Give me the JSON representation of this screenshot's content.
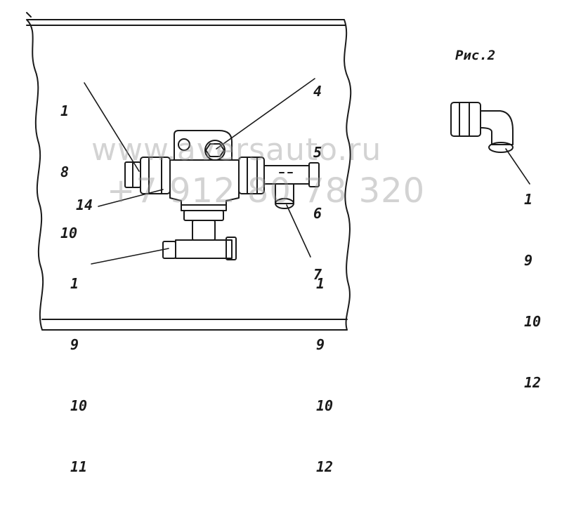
{
  "figure": {
    "title": "Рис.2"
  },
  "callouts": {
    "upper_left": [
      "1",
      "8",
      "10"
    ],
    "upper_middle": [
      "4",
      "5",
      "6",
      "7"
    ],
    "left_single": "14",
    "lower_left": [
      "1",
      "9",
      "10",
      "11"
    ],
    "lower_middle": [
      "1",
      "9",
      "10",
      "12"
    ],
    "right_elbow": [
      "1",
      "9",
      "10",
      "12"
    ]
  },
  "watermark": {
    "site": "www.aversauto.ru",
    "phone": "+7 912 80 78 320"
  }
}
